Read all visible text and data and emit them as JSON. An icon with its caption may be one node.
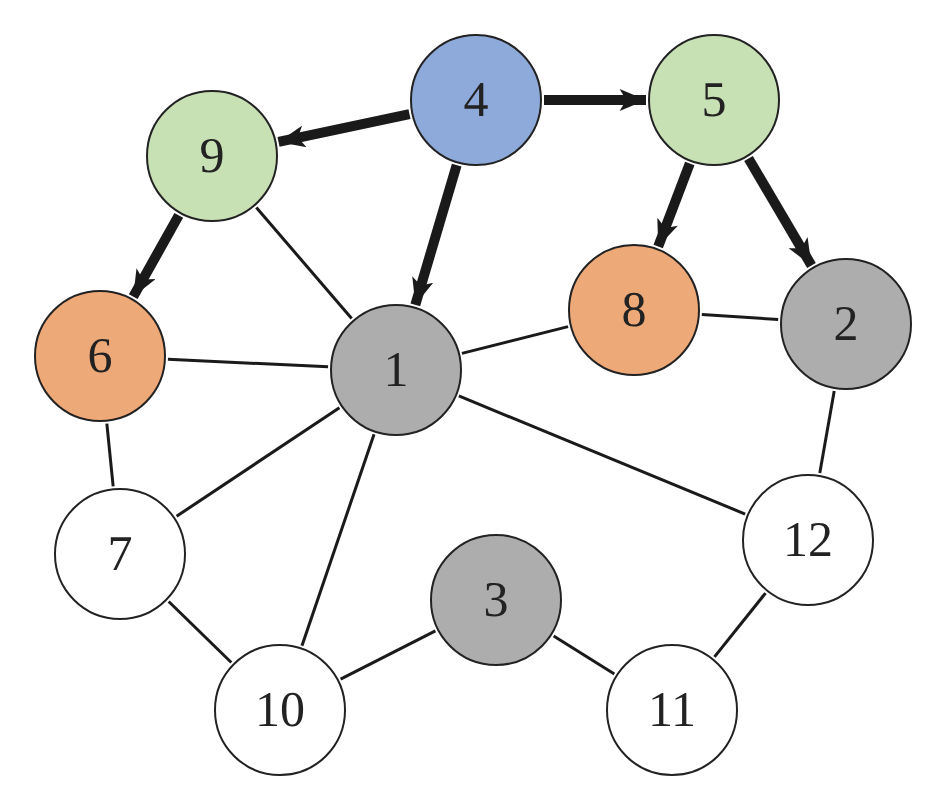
{
  "diagram": {
    "nodes": [
      {
        "text": [
          "9"
        ]
      },
      {
        "text": [
          "4"
        ]
      },
      {
        "text": [
          "5"
        ]
      },
      {
        "text": [
          "6"
        ]
      },
      {
        "text": [
          "1"
        ]
      },
      {
        "text": [
          "8"
        ]
      },
      {
        "text": [
          "2"
        ]
      },
      {
        "text": [
          "7"
        ]
      },
      {
        "text": [
          "12"
        ]
      },
      {
        "text": [
          "3"
        ]
      },
      {
        "text": [
          "10"
        ]
      },
      {
        "text": [
          "11"
        ]
      }
    ],
    "edges": [
      {
        "from": 1,
        "to": 0,
        "arrow": "to",
        "style": "thick"
      },
      {
        "from": 1,
        "to": 2,
        "arrow": "to",
        "style": "thick"
      },
      {
        "from": 1,
        "to": 4,
        "arrow": "to",
        "style": "thick"
      },
      {
        "from": 0,
        "to": 3,
        "arrow": "to",
        "style": "thick"
      },
      {
        "from": 2,
        "to": 5,
        "arrow": "to",
        "style": "thick"
      },
      {
        "from": 2,
        "to": 6,
        "arrow": "to",
        "style": "thick"
      },
      {
        "from": 0,
        "to": 4,
        "arrow": "none"
      },
      {
        "from": 3,
        "to": 4,
        "arrow": "none"
      },
      {
        "from": 4,
        "to": 5,
        "arrow": "none"
      },
      {
        "from": 5,
        "to": 6,
        "arrow": "none"
      },
      {
        "from": 3,
        "to": 7,
        "arrow": "none"
      },
      {
        "from": 4,
        "to": 7,
        "arrow": "none"
      },
      {
        "from": 4,
        "to": 10,
        "arrow": "none"
      },
      {
        "from": 4,
        "to": 8,
        "arrow": "none"
      },
      {
        "from": 6,
        "to": 8,
        "arrow": "none"
      },
      {
        "from": 7,
        "to": 10,
        "arrow": "none"
      },
      {
        "from": 10,
        "to": 9,
        "arrow": "none"
      },
      {
        "from": 9,
        "to": 11,
        "arrow": "none"
      },
      {
        "from": 11,
        "to": 8,
        "arrow": "none"
      }
    ]
  }
}
